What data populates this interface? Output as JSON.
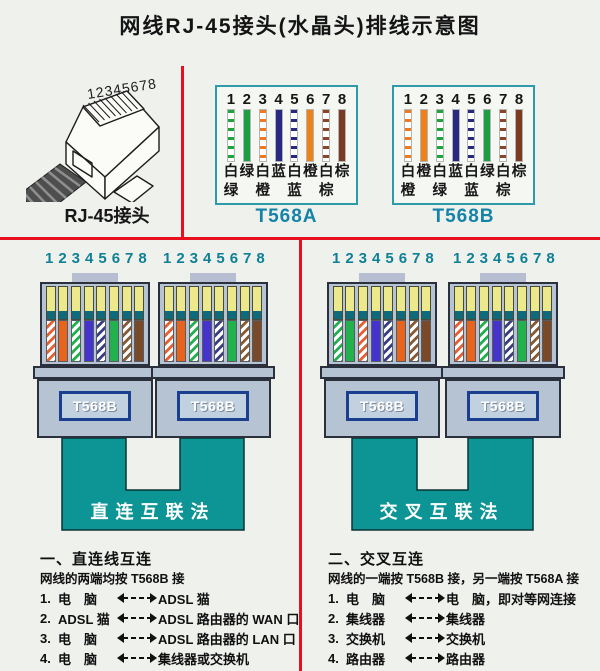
{
  "title": "网线RJ-45接头(水晶头)排线示意图",
  "plug": {
    "pins_label": "12345678",
    "caption": "RJ-45接头"
  },
  "charts": [
    {
      "title": "T568A",
      "pins": [
        "1",
        "2",
        "3",
        "4",
        "5",
        "6",
        "7",
        "8"
      ],
      "stripes": [
        "wg",
        "g",
        "wo",
        "bl",
        "wb",
        "o",
        "wbr",
        "br"
      ],
      "row1": [
        "白",
        "绿",
        "白",
        "蓝",
        "白",
        "橙",
        "白",
        "棕"
      ],
      "row2": [
        "绿",
        "",
        "橙",
        "",
        "蓝",
        "",
        "棕",
        ""
      ]
    },
    {
      "title": "T568B",
      "pins": [
        "1",
        "2",
        "3",
        "4",
        "5",
        "6",
        "7",
        "8"
      ],
      "stripes": [
        "wo",
        "o",
        "wg",
        "bl",
        "wb",
        "g",
        "wbr",
        "br"
      ],
      "row1": [
        "白",
        "橙",
        "白",
        "蓝",
        "白",
        "绿",
        "白",
        "棕"
      ],
      "row2": [
        "橙",
        "",
        "绿",
        "",
        "蓝",
        "",
        "棕",
        ""
      ]
    }
  ],
  "wiring": {
    "t568a": [
      "wg",
      "g",
      "wo",
      "bl",
      "wb",
      "o",
      "wbr",
      "br"
    ],
    "t568b": [
      "wo",
      "o",
      "wg",
      "bl",
      "wb",
      "g",
      "wbr",
      "br"
    ]
  },
  "sections": [
    {
      "heading_numbers": "12345678",
      "connectors": [
        {
          "label": "T568B"
        },
        {
          "label": "T568B"
        }
      ],
      "cable_label": "直连互联法",
      "note": {
        "title": "一、直连线互连",
        "subtitle": "网线的两端均按 T568B 接",
        "items": [
          {
            "no": "1.",
            "left": "电　脑",
            "right": "ADSL 猫"
          },
          {
            "no": "2.",
            "left": "ADSL 猫",
            "right": "ADSL 路由器的 WAN 口"
          },
          {
            "no": "3.",
            "left": "电　脑",
            "right": "ADSL 路由器的 LAN 口"
          },
          {
            "no": "4.",
            "left": "电　脑",
            "right": "集线器或交换机"
          }
        ]
      }
    },
    {
      "heading_numbers": "12345678",
      "connectors": [
        {
          "label": "T568B"
        },
        {
          "label": "T568B"
        }
      ],
      "cable_label": "交叉互联法",
      "note": {
        "title": "二、交叉互连",
        "subtitle": "网线的一端按 T568B 接，另一端按 T568A 接",
        "items": [
          {
            "no": "1.",
            "left": "电　脑",
            "right": "电　脑，即对等网连接"
          },
          {
            "no": "2.",
            "left": "集线器",
            "right": "集线器"
          },
          {
            "no": "3.",
            "left": "交换机",
            "right": "交换机"
          },
          {
            "no": "4.",
            "left": "路由器",
            "right": "路由器"
          }
        ]
      }
    }
  ],
  "icons": {
    "arrow": "left-right-arrow",
    "plug": "rj45-plug-sketch"
  },
  "colors": {
    "red_line": "#e8101f",
    "teal_cable": "#0d9494",
    "teal_text": "#0e8096",
    "chart_border": "#2f9ba8",
    "chart_title": "#1583a8",
    "connector_body": "#b5c3d3",
    "pin_yellow": "#ece88c",
    "contact_teal": "#0f6b7c",
    "label_box_border": "#1a3f8f"
  }
}
